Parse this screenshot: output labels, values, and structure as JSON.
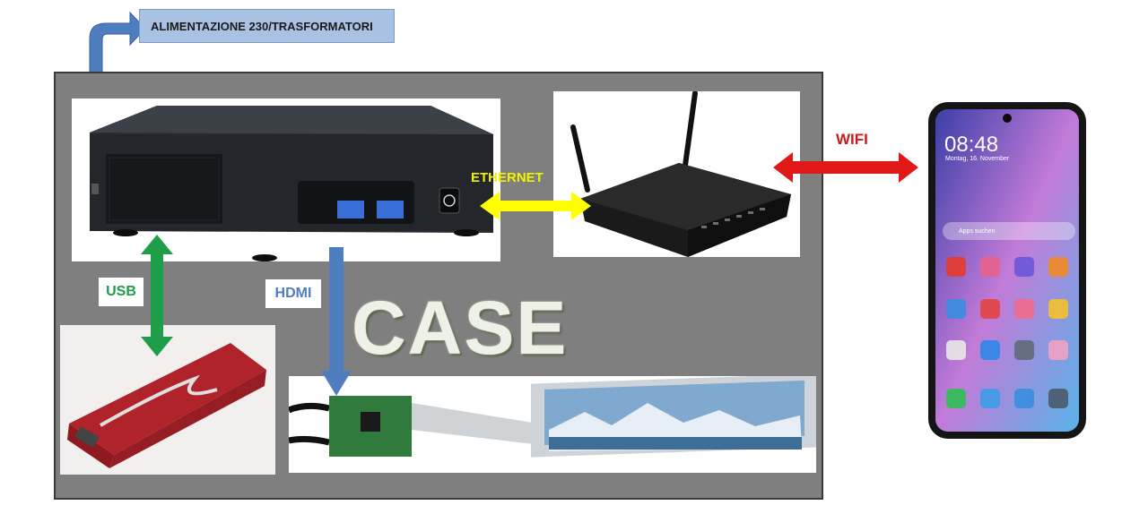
{
  "power": {
    "label": "ALIMENTAZIONE 230/TRASFORMATORI"
  },
  "case": {
    "label": "CASE"
  },
  "connections": {
    "usb": "USB",
    "hdmi": "HDMI",
    "ethernet": "ETHERNET",
    "wifi": "WIFI"
  },
  "devices": {
    "mini_pc": "mini-pc-image",
    "router": "router-image",
    "usb_dac": "usb-dac-image",
    "display": "display-board-image",
    "phone": "smartphone-image"
  },
  "phone_screen": {
    "time": "08:48",
    "date": "Montag, 16. November",
    "search": "Apps suchen"
  },
  "colors": {
    "case_bg": "#7f7f7f",
    "usb_arrow": "#1f9e4a",
    "hdmi_arrow": "#4f7ec0",
    "ethernet_arrow": "#ffff00",
    "wifi_arrow": "#e01818",
    "power_arrow": "#4f7ec0"
  }
}
